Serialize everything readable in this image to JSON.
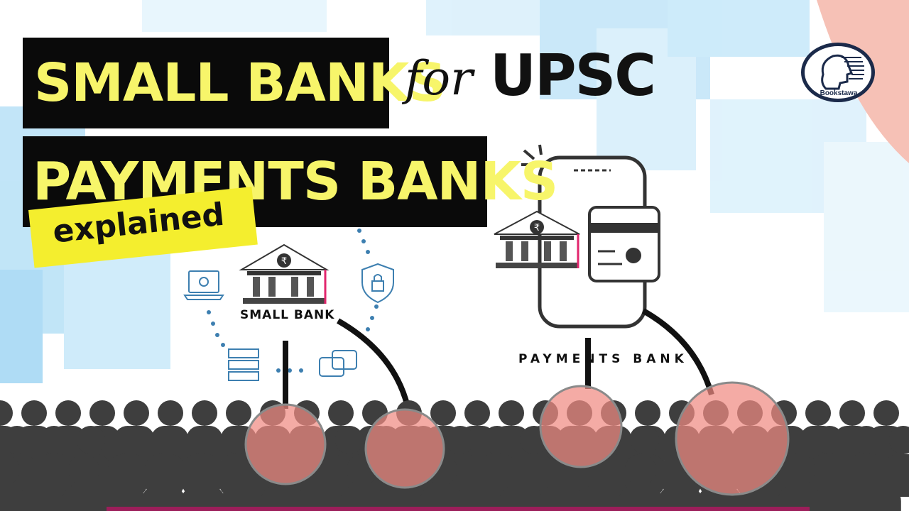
{
  "title": {
    "line1": "SMALL BANKS",
    "for_word": "for",
    "upsc_word": "UPSC",
    "line2": "PAYMENTS BANKS",
    "tag": "explained"
  },
  "logo": {
    "text": "Bookstawa",
    "icon": "head-profile-icon"
  },
  "labels": {
    "small_bank": "SMALL BANK",
    "payments_bank": "PAYMENTS BANK"
  },
  "colors": {
    "title_bar": "#0a0a0a",
    "title_text": "#f7f56a",
    "tag": "#f4ee2e",
    "crowd": "#3e3e3e",
    "highlight": "#f08a82",
    "accent": "#e2266d"
  }
}
